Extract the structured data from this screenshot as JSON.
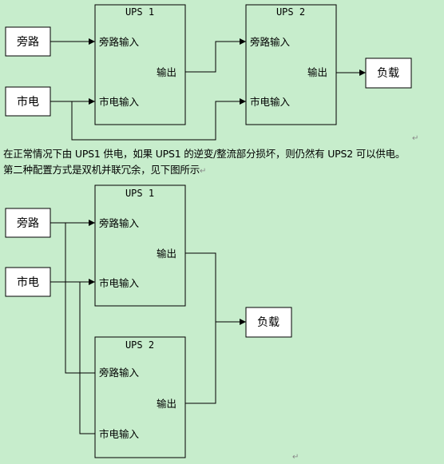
{
  "colors": {
    "background": "#c7edcc",
    "line": "#000000",
    "box_fill": "#ffffff"
  },
  "diagram1": {
    "ups1_title": "UPS 1",
    "ups2_title": "UPS 2",
    "bypass_source": "旁路",
    "mains_source": "市电",
    "ups1_bypass_input": "旁路输入",
    "ups1_mains_input": "市电输入",
    "ups1_output": "输出",
    "ups2_bypass_input": "旁路输入",
    "ups2_mains_input": "市电输入",
    "ups2_output": "输出",
    "load": "负载"
  },
  "text": {
    "paragraph1": "在正常情况下由 UPS1 供电，如果 UPS1 的逆变/整流部分损坏，则仍然有 UPS2 可以供电。",
    "paragraph2": "第二种配置方式是双机并联冗余，见下图所示",
    "return_mark": "↵"
  },
  "diagram2": {
    "ups1_title": "UPS 1",
    "ups2_title": "UPS 2",
    "bypass_source": "旁路",
    "mains_source": "市电",
    "ups1_bypass_input": "旁路输入",
    "ups1_mains_input": "市电输入",
    "ups1_output": "输出",
    "ups2_bypass_input": "旁路输入",
    "ups2_mains_input": "市电输入",
    "ups2_output": "输出",
    "load": "负载"
  }
}
